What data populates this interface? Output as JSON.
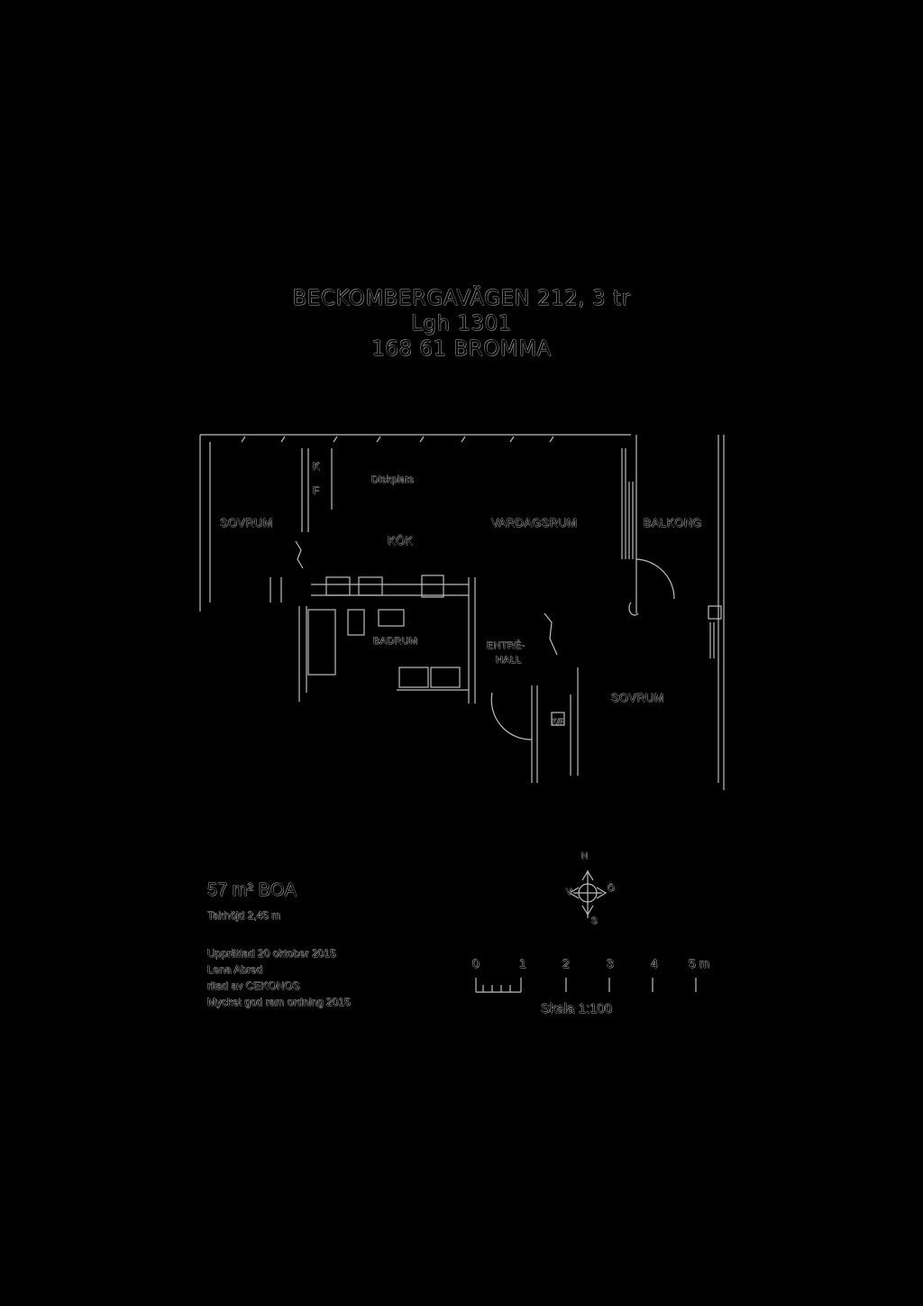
{
  "header": {
    "line1": "BECKOMBERGAVÄGEN 212, 3 tr",
    "line2": "Lgh 1301",
    "line3": "168 61 BROMMA"
  },
  "rooms": {
    "sovrum_1": "SOVRUM",
    "diskplats": "Diskplats",
    "kok": "KÖK",
    "vardagsrum": "VARDAGSRUM",
    "balkong": "BALKONG",
    "badrum": "BADRUM",
    "entre": "ENTRÉ-",
    "entre2": "HALL",
    "sovrum_2": "SOVRUM"
  },
  "fixtures": {
    "fixture_1": "K",
    "fixture_2": "F",
    "fixture_3": "K/F"
  },
  "area": {
    "headline": "57 m² BOA",
    "ceiling": "Takhöjd 2,45 m"
  },
  "notes": {
    "line1": "Upprättad 20 oktober 2015",
    "line2": "Lena Abred",
    "line3": "ritad av CEKONOS",
    "line4": "Mycket god ram ordning 2015"
  },
  "compass": {
    "n": "N",
    "s": "S",
    "w": "V",
    "e": "Ö"
  },
  "scale_bar": {
    "ticks": [
      "0",
      "1",
      "2",
      "3",
      "4",
      "5 m"
    ],
    "label": "Skala 1:100"
  },
  "colors": {
    "background": "#000000",
    "line": "#bdbdbd"
  }
}
